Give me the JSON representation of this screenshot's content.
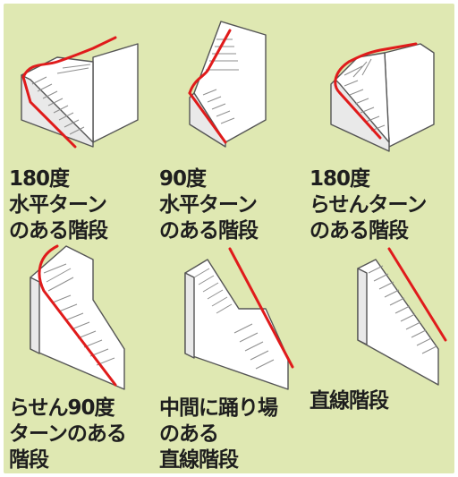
{
  "colors": {
    "background": "#dfe8b2",
    "handrail": "#e01b1b",
    "block_fill": "#ffffff",
    "caption_text": "#1e1e1e"
  },
  "stair_types": [
    {
      "lines": [
        "180度",
        "水平ターン",
        "のある階段"
      ]
    },
    {
      "lines": [
        "90度",
        "水平ターン",
        "のある階段"
      ]
    },
    {
      "lines": [
        "180度",
        "らせんターン",
        "のある階段"
      ]
    },
    {
      "lines": [
        "らせん90度",
        "ターンのある",
        "階段"
      ]
    },
    {
      "lines": [
        "中間に踊り場",
        "のある",
        "直線階段"
      ]
    },
    {
      "lines": [
        "直線階段"
      ]
    }
  ]
}
